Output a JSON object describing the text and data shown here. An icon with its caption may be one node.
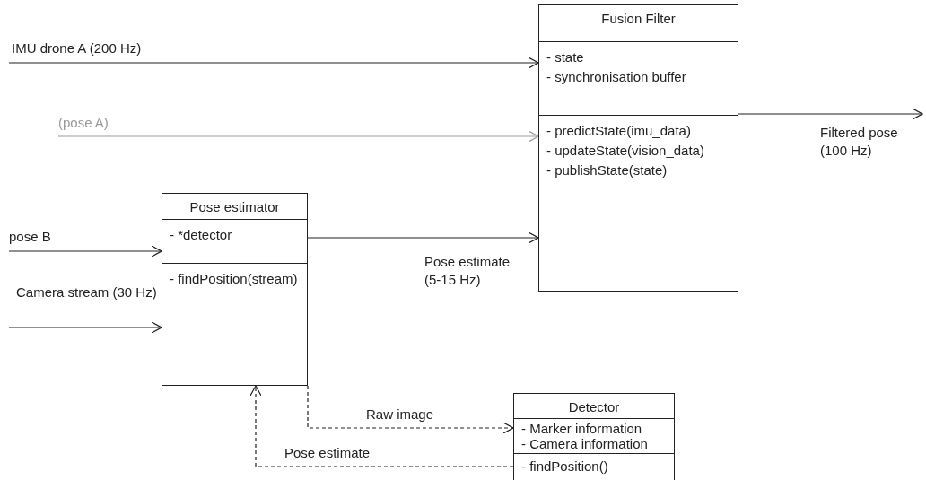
{
  "diagram": {
    "nodes": [
      {
        "text": [
          "Fusion Filter",
          "- state",
          "- synchronisation buffer",
          "- predictState(imu_data)",
          "- updateState(vision_data)",
          "- publishState(state)"
        ]
      },
      {
        "text": [
          "Pose estimator",
          "- *detector",
          "- findPosition(stream)"
        ]
      },
      {
        "text": [
          "Detector",
          "- Marker information",
          "- Camera information",
          "- findPosition()"
        ]
      }
    ],
    "edges": [
      {
        "from": null,
        "to": 0,
        "arrow": "to",
        "label": "IMU drone A (200 Hz)"
      },
      {
        "from": null,
        "to": 0,
        "arrow": "to",
        "label": "(pose A)",
        "color": "#999999"
      },
      {
        "from": null,
        "to": 1,
        "arrow": "to",
        "label": "pose B"
      },
      {
        "from": null,
        "to": 1,
        "arrow": "to",
        "label": "Camera stream (30 Hz)"
      },
      {
        "from": 1,
        "to": 0,
        "arrow": "to",
        "label": "Pose estimate (5-15 Hz)"
      },
      {
        "from": 0,
        "to": null,
        "arrow": "to",
        "label": "Filtered pose (100 Hz)"
      },
      {
        "from": 1,
        "to": 2,
        "arrow": "to",
        "label": "Raw image",
        "style": "dashed"
      },
      {
        "from": 2,
        "to": 1,
        "arrow": "to",
        "label": "Pose estimate",
        "style": "dashed"
      }
    ]
  }
}
